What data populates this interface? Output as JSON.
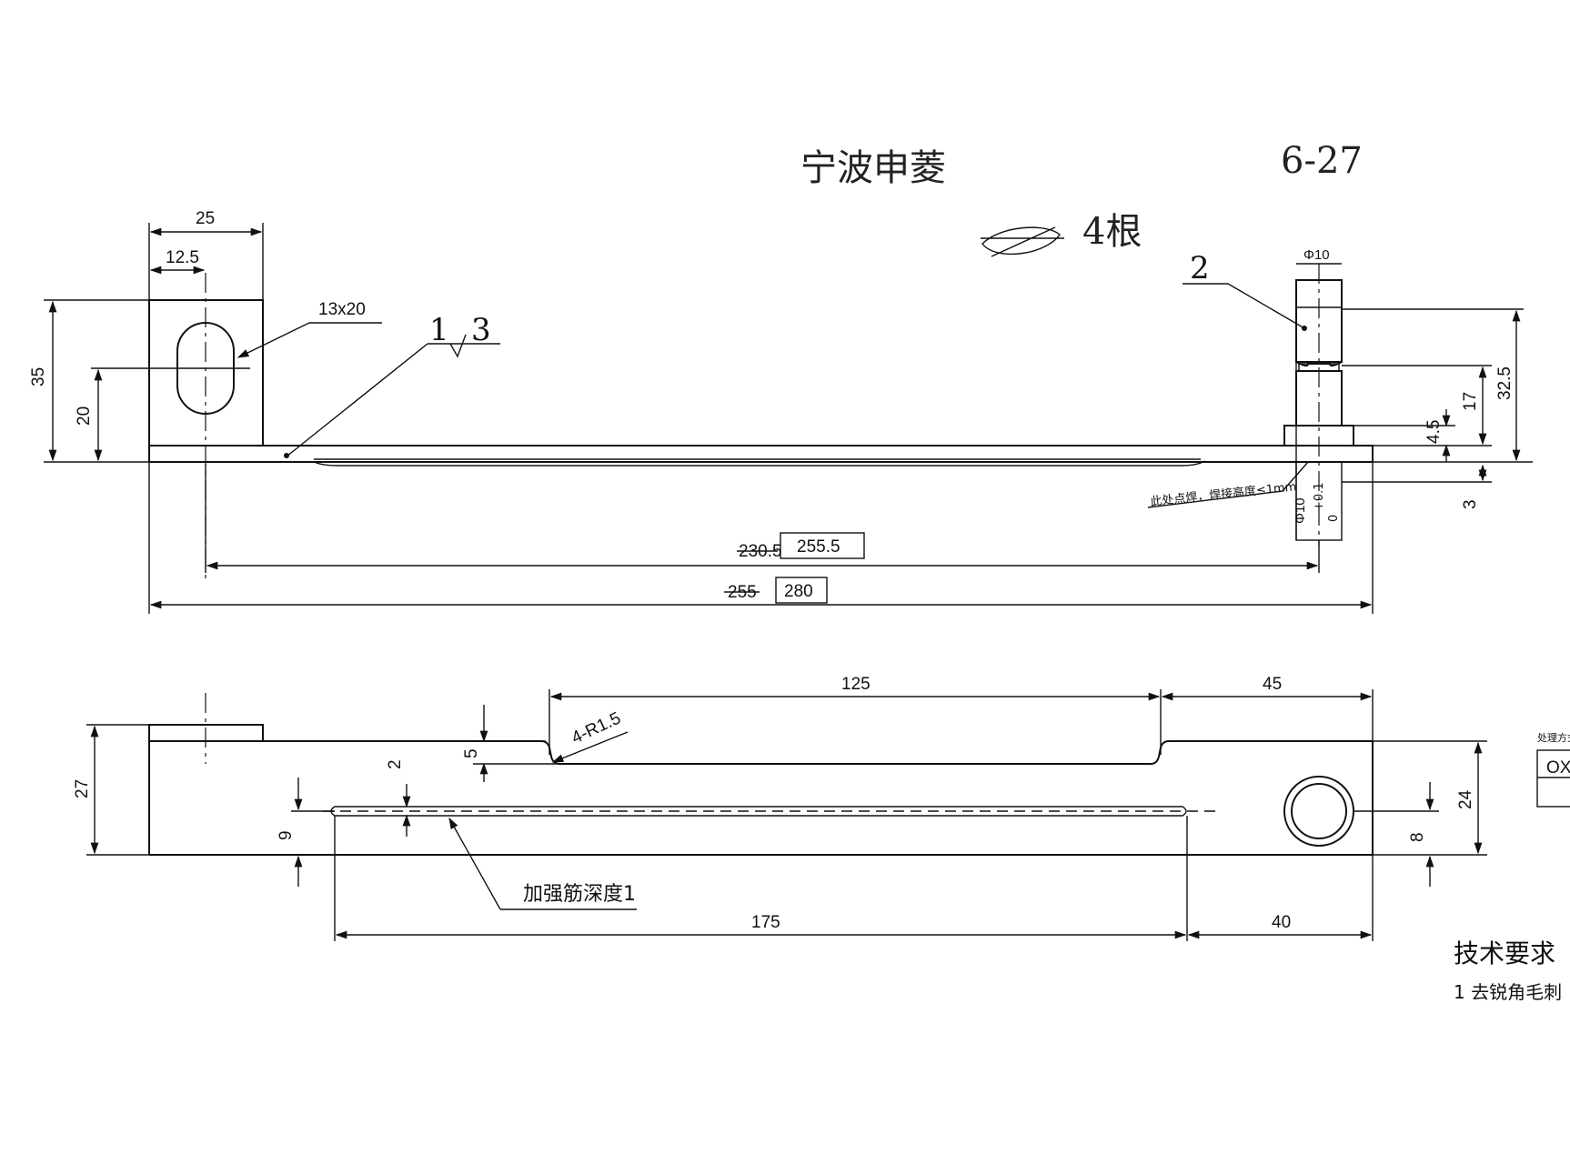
{
  "handwritten": {
    "title": "宁波申菱",
    "date": "6-27",
    "quantity": "4根",
    "scribble": "scribble-mark"
  },
  "top_view": {
    "dims": {
      "d25": "25",
      "d12_5": "12.5",
      "slot": "13x20",
      "d35": "35",
      "d20": "20",
      "phi10": "Φ10",
      "d32_5": "32.5",
      "d17": "17",
      "d4_5": "4.5",
      "d3": "3",
      "len_inner_old": "230.5",
      "len_inner_new": "255.5",
      "len_total_old": "255",
      "len_total_new": "280",
      "phi10_tol": "Φ10",
      "tol_upper": "+0.1",
      "tol_lower": "0"
    },
    "balloons": {
      "b1": "1",
      "b2": "2",
      "roughness": "3"
    },
    "weld_note": "此处点焊，焊接高度≤1mm"
  },
  "front_view": {
    "dims": {
      "d125": "125",
      "d45": "45",
      "radius": "4-R1.5",
      "d5": "5",
      "d2": "2",
      "d27": "27",
      "d9": "9",
      "d24": "24",
      "d8": "8",
      "d175": "175",
      "d40": "40"
    },
    "rib_note": "加强筋深度1"
  },
  "tech": {
    "heading": "技术要求",
    "item1": "1 去锐角毛刺"
  },
  "side_box": {
    "label": "处理方式",
    "value": "OX"
  }
}
